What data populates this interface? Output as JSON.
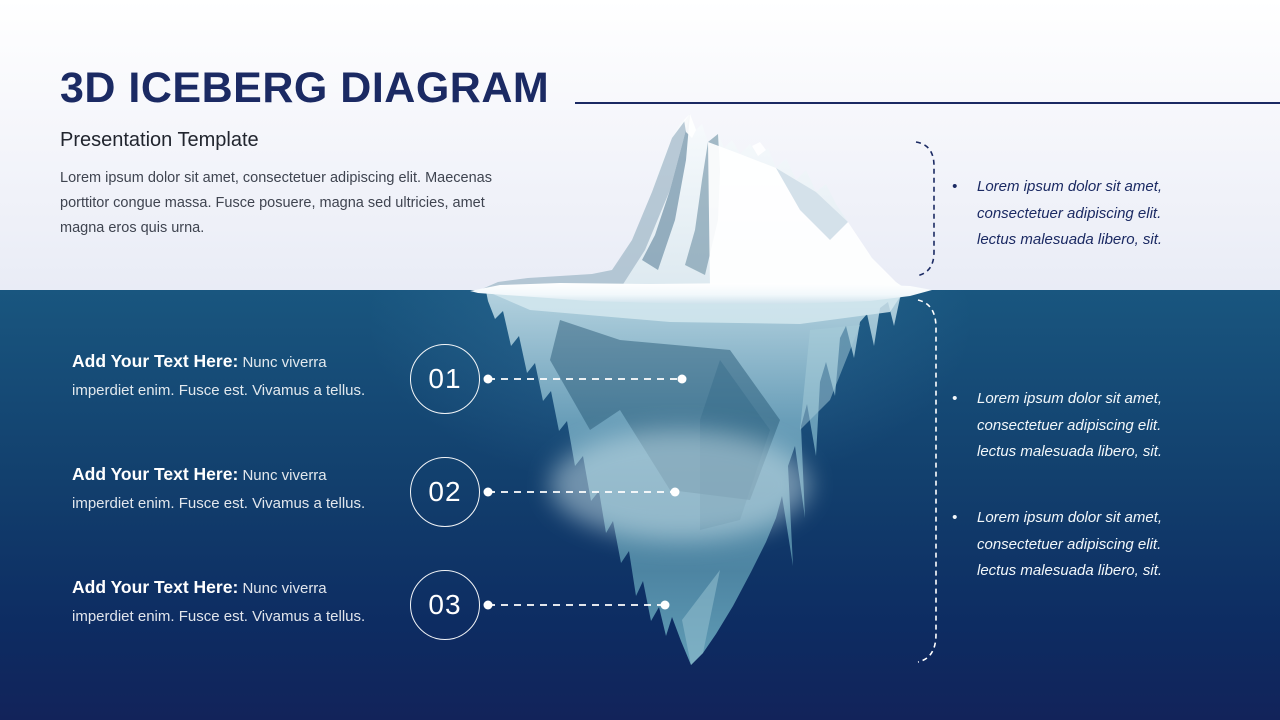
{
  "header": {
    "title": "3D ICEBERG DIAGRAM",
    "subtitle": "Presentation Template",
    "description": "Lorem ipsum dolor sit amet, consectetuer adipiscing elit. Maecenas porttitor congue massa. Fusce posuere, magna sed ultricies, amet magna eros quis urna."
  },
  "left_items": [
    {
      "number": "01",
      "heading": "Add Your Text Here:",
      "body": "Nunc viverra imperdiet enim. Fusce est. Vivamus a tellus."
    },
    {
      "number": "02",
      "heading": "Add Your Text Here:",
      "body": "Nunc viverra imperdiet enim. Fusce est. Vivamus a tellus."
    },
    {
      "number": "03",
      "heading": "Add Your Text Here:",
      "body": "Nunc viverra imperdiet enim. Fusce est. Vivamus a tellus."
    }
  ],
  "right_notes": {
    "bullet_glyph": "•",
    "above_water": [
      {
        "lines": [
          "Lorem ipsum dolor sit amet,",
          "consectetuer adipiscing elit.",
          "lectus malesuada libero, sit."
        ]
      }
    ],
    "below_water": [
      {
        "lines": [
          "Lorem ipsum dolor sit amet,",
          "consectetuer adipiscing elit.",
          "lectus malesuada libero, sit."
        ]
      },
      {
        "lines": [
          "Lorem ipsum dolor sit amet,",
          "consectetuer adipiscing elit.",
          "lectus malesuada libero, sit."
        ]
      }
    ]
  },
  "colors": {
    "accent_navy": "#1b2a63",
    "subtitle_dark": "#21252e",
    "body_text": "#3f4450",
    "water_surface": "#19567f",
    "water_deep": "#12235a",
    "sky_light": "#e9ecf6",
    "white": "#ffffff"
  }
}
